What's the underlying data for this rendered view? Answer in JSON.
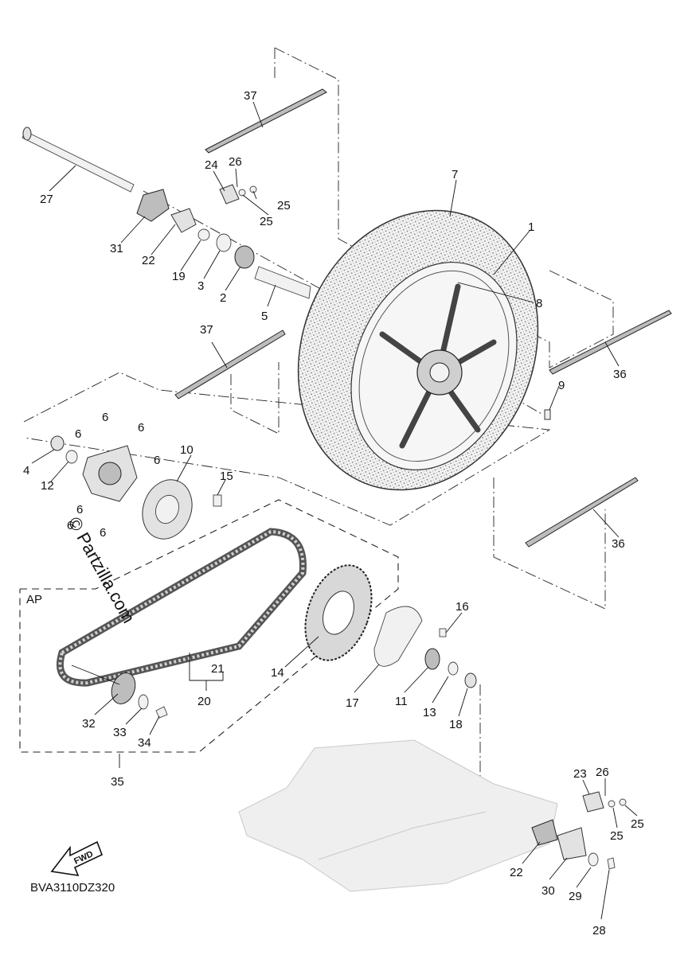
{
  "diagram": {
    "code": "BVA3110DZ320",
    "watermark": "© Partzilla.com",
    "assembly_label": "AP",
    "fwd_label": "FWD"
  },
  "callouts": [
    {
      "id": "c37a",
      "label": "37"
    },
    {
      "id": "c27",
      "label": "27"
    },
    {
      "id": "c24",
      "label": "24"
    },
    {
      "id": "c26a",
      "label": "26"
    },
    {
      "id": "c25a",
      "label": "25"
    },
    {
      "id": "c25b",
      "label": "25"
    },
    {
      "id": "c7",
      "label": "7"
    },
    {
      "id": "c1",
      "label": "1"
    },
    {
      "id": "c8",
      "label": "8"
    },
    {
      "id": "c31",
      "label": "31"
    },
    {
      "id": "c22a",
      "label": "22"
    },
    {
      "id": "c19",
      "label": "19"
    },
    {
      "id": "c3",
      "label": "3"
    },
    {
      "id": "c2",
      "label": "2"
    },
    {
      "id": "c5",
      "label": "5"
    },
    {
      "id": "c37b",
      "label": "37"
    },
    {
      "id": "c36a",
      "label": "36"
    },
    {
      "id": "c9",
      "label": "9"
    },
    {
      "id": "c6a",
      "label": "6"
    },
    {
      "id": "c6b",
      "label": "6"
    },
    {
      "id": "c6c",
      "label": "6"
    },
    {
      "id": "c6d",
      "label": "6"
    },
    {
      "id": "c6e",
      "label": "6"
    },
    {
      "id": "c6f",
      "label": "6"
    },
    {
      "id": "c6g",
      "label": "6"
    },
    {
      "id": "c4",
      "label": "4"
    },
    {
      "id": "c12",
      "label": "12"
    },
    {
      "id": "c10",
      "label": "10"
    },
    {
      "id": "c15",
      "label": "15"
    },
    {
      "id": "c36b",
      "label": "36"
    },
    {
      "id": "c16",
      "label": "16"
    },
    {
      "id": "c14",
      "label": "14"
    },
    {
      "id": "c21",
      "label": "21"
    },
    {
      "id": "c20",
      "label": "20"
    },
    {
      "id": "c17",
      "label": "17"
    },
    {
      "id": "c11",
      "label": "11"
    },
    {
      "id": "c13",
      "label": "13"
    },
    {
      "id": "c18",
      "label": "18"
    },
    {
      "id": "c32",
      "label": "32"
    },
    {
      "id": "c33",
      "label": "33"
    },
    {
      "id": "c34",
      "label": "34"
    },
    {
      "id": "c35",
      "label": "35"
    },
    {
      "id": "c23",
      "label": "23"
    },
    {
      "id": "c26b",
      "label": "26"
    },
    {
      "id": "c25c",
      "label": "25"
    },
    {
      "id": "c25d",
      "label": "25"
    },
    {
      "id": "c22b",
      "label": "22"
    },
    {
      "id": "c30",
      "label": "30"
    },
    {
      "id": "c29",
      "label": "29"
    },
    {
      "id": "c28",
      "label": "28"
    }
  ]
}
